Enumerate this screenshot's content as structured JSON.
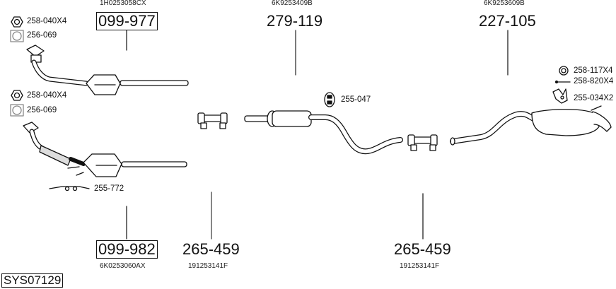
{
  "system": {
    "id": "SYS07129"
  },
  "parts": {
    "cat_upper": {
      "part_number": "099-977",
      "oem": "1H0253058CX",
      "boxed": true
    },
    "cat_lower": {
      "part_number": "099-982",
      "oem": "6K0253060AX",
      "boxed": true
    },
    "middle_silencer": {
      "part_number": "279-119",
      "oem": "6K9253409B"
    },
    "rear_silencer": {
      "part_number": "227-105",
      "oem": "6K9253609B"
    },
    "clamp_left": {
      "part_number": "265-459",
      "oem": "191253141F"
    },
    "clamp_right": {
      "part_number": "265-459",
      "oem": "191253141F"
    }
  },
  "accessories": {
    "upper_nut": {
      "label": "258-040X4",
      "icon": "hex-nut-icon"
    },
    "upper_gasket": {
      "label": "256-069",
      "icon": "gasket-icon"
    },
    "lower_nut": {
      "label": "258-040X4",
      "icon": "hex-nut-icon"
    },
    "lower_gasket": {
      "label": "256-069",
      "icon": "gasket-icon"
    },
    "heat_shield": {
      "label": "255-772",
      "icon": "bracket-icon"
    },
    "rubber_mount": {
      "label": "255-047",
      "icon": "rubber-hanger-icon"
    },
    "washer": {
      "label": "258-117X4",
      "icon": "washer-icon"
    },
    "bolt": {
      "label": "258-820X4",
      "icon": "bolt-icon"
    },
    "rear_mount": {
      "label": "255-034X2",
      "icon": "mounting-bracket-icon"
    }
  },
  "colors": {
    "line": "#111111",
    "fill": "#ffffff",
    "leader": "#333333"
  }
}
